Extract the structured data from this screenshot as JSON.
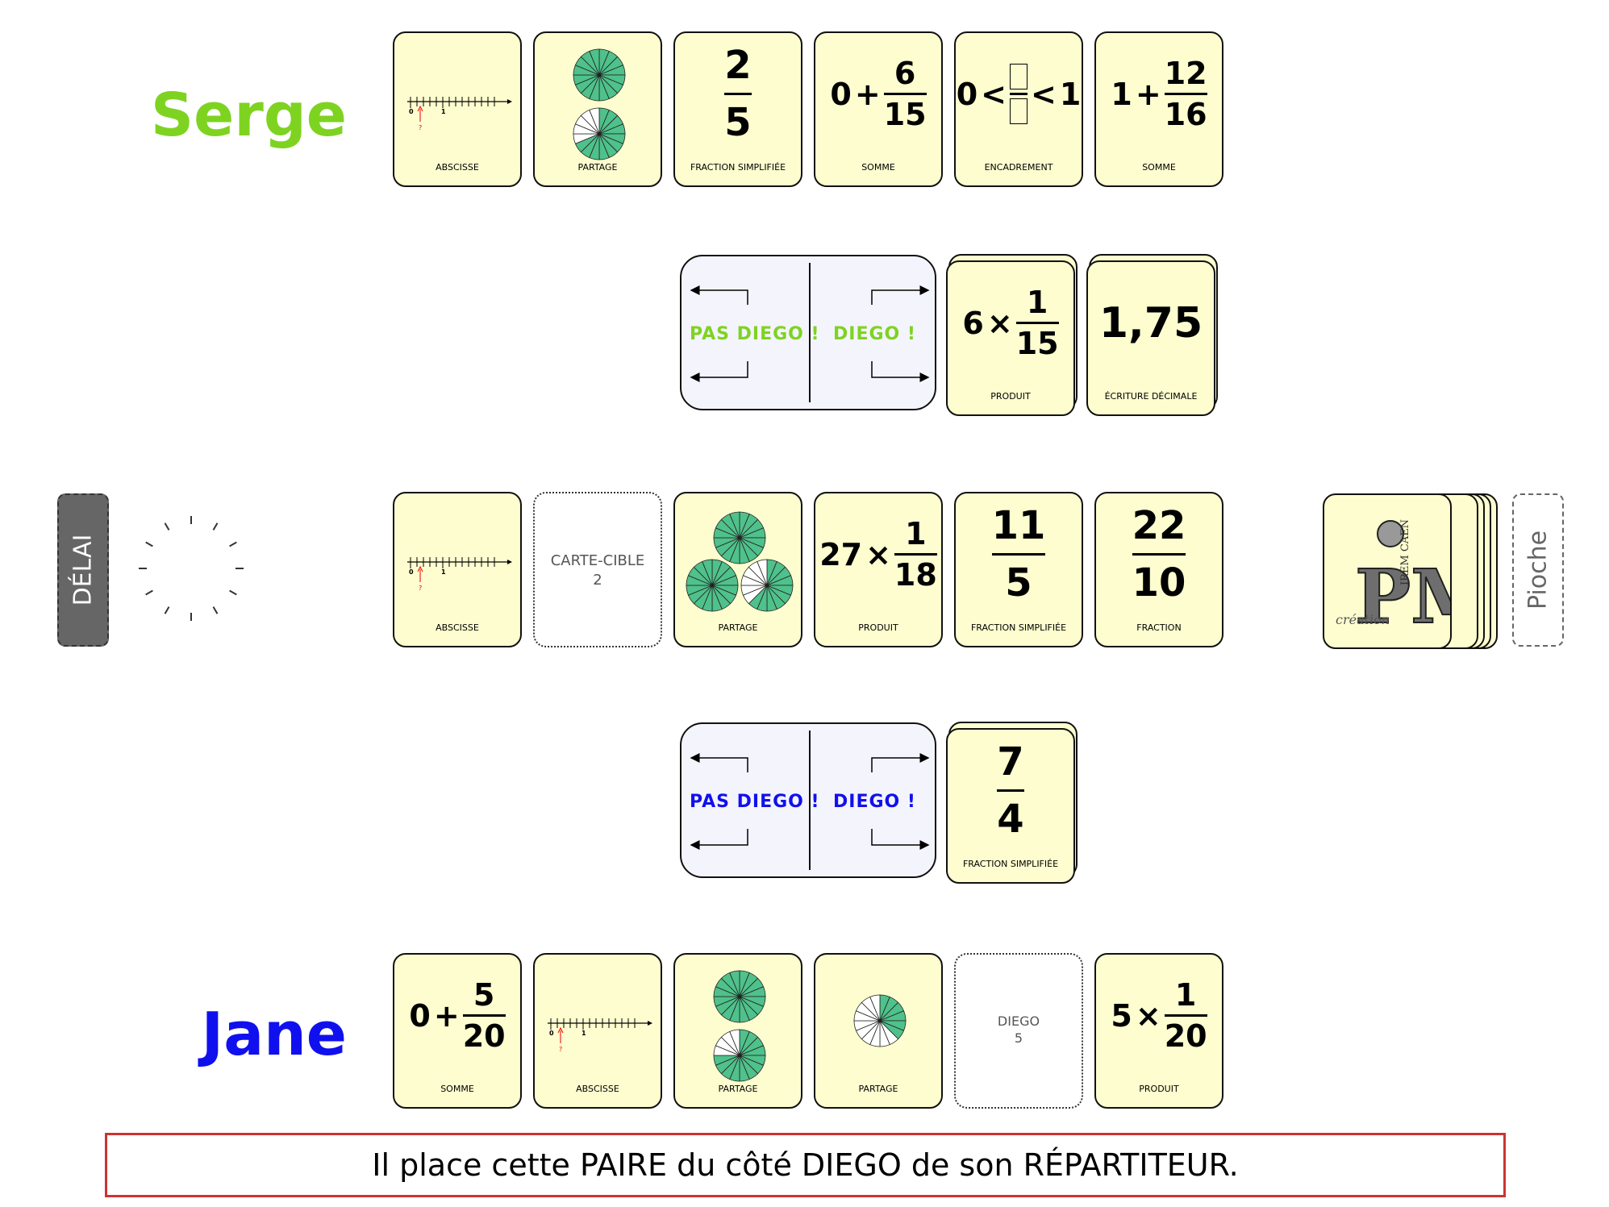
{
  "players": {
    "top": {
      "name": "Serge",
      "color": "#7ed321"
    },
    "bottom": {
      "name": "Jane",
      "color": "#1010ee"
    }
  },
  "serge_hand": [
    {
      "kind": "numberline",
      "label": "ABSCISSE",
      "ticks": [
        "0",
        "1",
        "?"
      ]
    },
    {
      "kind": "pies",
      "label": "PARTAGE",
      "pies": [
        {
          "filled": 16,
          "parts": 16
        },
        {
          "filled": 11,
          "parts": 16
        }
      ]
    },
    {
      "kind": "fraction",
      "label": "FRACTION SIMPLIFIÉE",
      "num": "2",
      "den": "5"
    },
    {
      "kind": "expr",
      "label": "SOMME",
      "prefix": "0",
      "op": "+",
      "num": "6",
      "den": "15"
    },
    {
      "kind": "bracket",
      "label": "ENCADREMENT",
      "left": "0",
      "right": "1",
      "sign": "<"
    },
    {
      "kind": "expr",
      "label": "SOMME",
      "prefix": "1",
      "op": "+",
      "num": "12",
      "den": "16"
    }
  ],
  "serge_dispatcher": {
    "left": "PAS DIEGO !",
    "right": "DIEGO !"
  },
  "serge_placed": [
    {
      "kind": "expr",
      "label": "PRODUIT",
      "prefix": "6",
      "op": "×",
      "num": "1",
      "den": "15"
    },
    {
      "kind": "decimal",
      "label": "ÉCRITURE DÉCIMALE",
      "value": "1,75"
    }
  ],
  "board": [
    {
      "kind": "numberline",
      "label": "ABSCISSE",
      "ticks": [
        "0",
        "1",
        "?"
      ]
    },
    {
      "kind": "empty",
      "line1": "CARTE-CIBLE",
      "line2": "2"
    },
    {
      "kind": "pies3",
      "label": "PARTAGE",
      "pies": [
        {
          "filled": 16,
          "parts": 16
        },
        {
          "filled": 16,
          "parts": 16
        },
        {
          "filled": 10,
          "parts": 16
        }
      ]
    },
    {
      "kind": "expr",
      "label": "PRODUIT",
      "prefix": "27",
      "op": "×",
      "num": "1",
      "den": "18"
    },
    {
      "kind": "fraction",
      "label": "FRACTION SIMPLIFIÉE",
      "num": "11",
      "den": "5"
    },
    {
      "kind": "fraction",
      "label": "FRACTION",
      "num": "22",
      "den": "10"
    }
  ],
  "jane_dispatcher": {
    "left": "PAS DIEGO !",
    "right": "DIEGO !"
  },
  "jane_placed": [
    {
      "kind": "fraction",
      "label": "FRACTION SIMPLIFIÉE",
      "num": "7",
      "den": "4"
    }
  ],
  "jane_hand": [
    {
      "kind": "expr",
      "label": "SOMME",
      "prefix": "0",
      "op": "+",
      "num": "5",
      "den": "20"
    },
    {
      "kind": "numberline",
      "label": "ABSCISSE",
      "ticks": [
        "0",
        "1",
        "?"
      ]
    },
    {
      "kind": "pies",
      "label": "PARTAGE",
      "pies": [
        {
          "filled": 16,
          "parts": 16
        },
        {
          "filled": 12,
          "parts": 16
        }
      ]
    },
    {
      "kind": "pie1",
      "label": "PARTAGE",
      "pies": [
        {
          "filled": 6,
          "parts": 16
        }
      ]
    },
    {
      "kind": "empty",
      "line1": "DIEGO",
      "line2": "5"
    },
    {
      "kind": "expr",
      "label": "PRODUIT",
      "prefix": "5",
      "op": "×",
      "num": "1",
      "den": "20"
    }
  ],
  "delay_label": "DÉLAI",
  "draw_pile_label": "Pioche",
  "logo": {
    "text": "création",
    "vertical": "IREM CAEN",
    "mark": "PM"
  },
  "message": "Il place cette PAIRE du côté DIEGO de son RÉPARTITEUR.",
  "colors": {
    "card": "#fdfdcf",
    "pie": "#4fc18b",
    "dispatcher": "#f4f4fd",
    "message_border": "#cc3333"
  }
}
